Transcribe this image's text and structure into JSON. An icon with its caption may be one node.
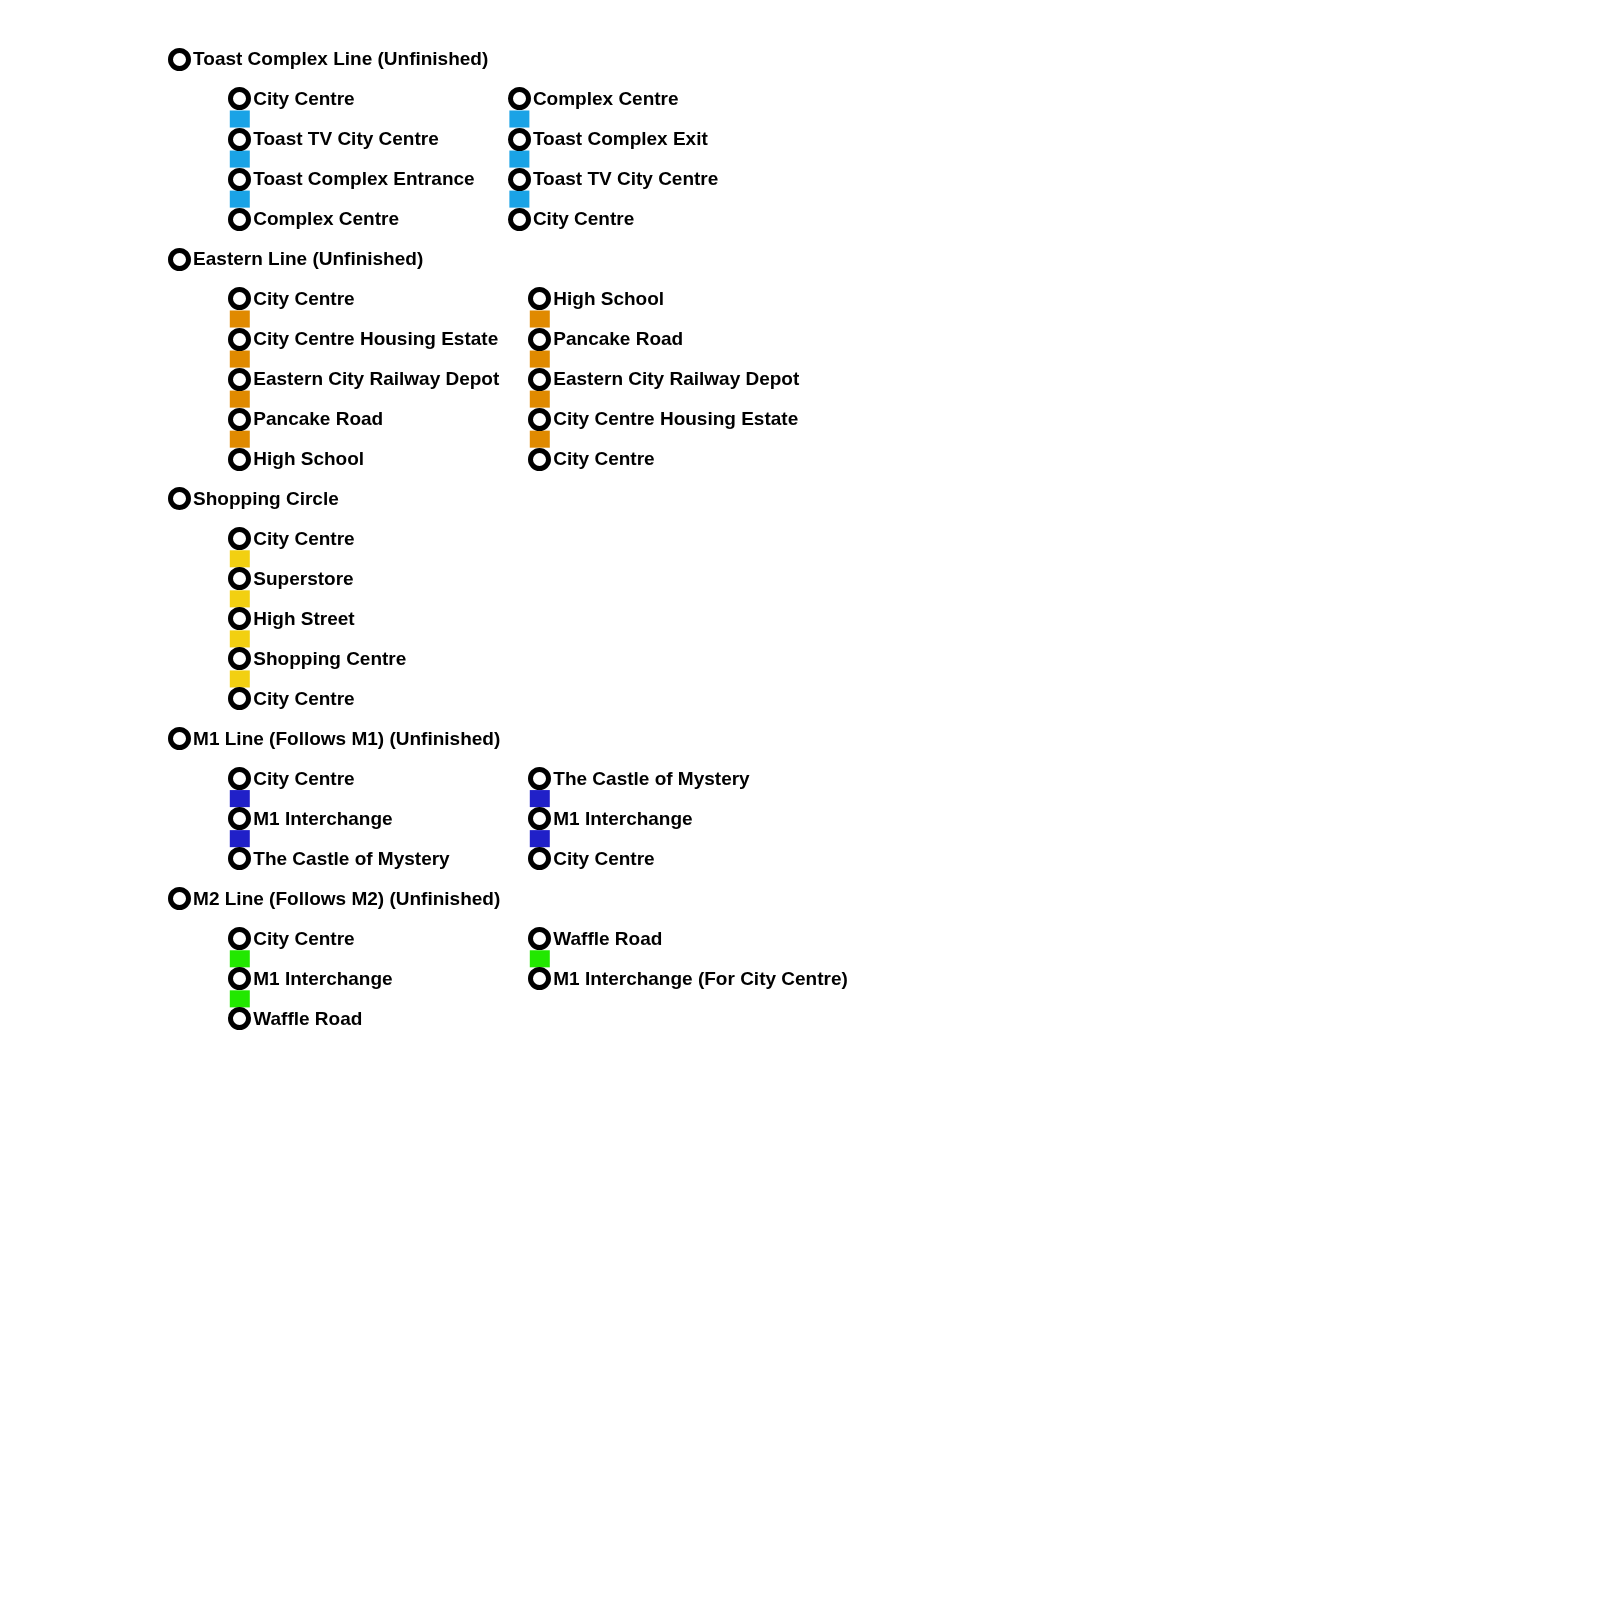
{
  "diagram": {
    "nodes": [
      {
        "text": [
          "Toast Complex Line (Unfinished)"
        ]
      },
      {
        "text": [
          "City Centre"
        ]
      },
      {
        "text": [
          "Toast TV City Centre"
        ]
      },
      {
        "text": [
          "Toast Complex Entrance"
        ]
      },
      {
        "text": [
          "Complex Centre"
        ]
      },
      {
        "text": [
          "Complex Centre"
        ]
      },
      {
        "text": [
          "Toast Complex Exit"
        ]
      },
      {
        "text": [
          "Toast TV City Centre"
        ]
      },
      {
        "text": [
          "City Centre"
        ]
      },
      {
        "text": [
          "Eastern Line (Unfinished)"
        ]
      },
      {
        "text": [
          "City Centre"
        ]
      },
      {
        "text": [
          "City Centre Housing Estate"
        ]
      },
      {
        "text": [
          "Eastern City Railway Depot"
        ]
      },
      {
        "text": [
          "Pancake Road"
        ]
      },
      {
        "text": [
          "High School"
        ]
      },
      {
        "text": [
          "High School"
        ]
      },
      {
        "text": [
          "Pancake Road"
        ]
      },
      {
        "text": [
          "Eastern City Railway Depot"
        ]
      },
      {
        "text": [
          "City Centre Housing Estate"
        ]
      },
      {
        "text": [
          "City Centre"
        ]
      },
      {
        "text": [
          "Shopping Circle"
        ]
      },
      {
        "text": [
          "City Centre"
        ]
      },
      {
        "text": [
          "Superstore"
        ]
      },
      {
        "text": [
          "High Street"
        ]
      },
      {
        "text": [
          "Shopping Centre"
        ]
      },
      {
        "text": [
          "City Centre"
        ]
      },
      {
        "text": [
          "M1 Line (Follows M1) (Unfinished)"
        ]
      },
      {
        "text": [
          "City Centre"
        ]
      },
      {
        "text": [
          "M1 Interchange"
        ]
      },
      {
        "text": [
          "The Castle of Mystery"
        ]
      },
      {
        "text": [
          "The Castle of Mystery"
        ]
      },
      {
        "text": [
          "M1 Interchange"
        ]
      },
      {
        "text": [
          "City Centre"
        ]
      },
      {
        "text": [
          "M2 Line (Follows M2) (Unfinished)"
        ]
      },
      {
        "text": [
          "City Centre"
        ]
      },
      {
        "text": [
          "M1 Interchange"
        ]
      },
      {
        "text": [
          "Waffle Road"
        ]
      },
      {
        "text": [
          "Waffle Road"
        ]
      },
      {
        "text": [
          "M1 Interchange (For City Centre)"
        ]
      }
    ],
    "edges": [
      {
        "from": 1,
        "to": 2,
        "arrow": "none",
        "color": "#1aa3e6"
      },
      {
        "from": 2,
        "to": 3,
        "arrow": "none",
        "color": "#1aa3e6"
      },
      {
        "from": 3,
        "to": 4,
        "arrow": "none",
        "color": "#1aa3e6"
      },
      {
        "from": 5,
        "to": 6,
        "arrow": "none",
        "color": "#1aa3e6"
      },
      {
        "from": 6,
        "to": 7,
        "arrow": "none",
        "color": "#1aa3e6"
      },
      {
        "from": 7,
        "to": 8,
        "arrow": "none",
        "color": "#1aa3e6"
      },
      {
        "from": 10,
        "to": 11,
        "arrow": "none",
        "color": "#e08a00"
      },
      {
        "from": 11,
        "to": 12,
        "arrow": "none",
        "color": "#e08a00"
      },
      {
        "from": 12,
        "to": 13,
        "arrow": "none",
        "color": "#e08a00"
      },
      {
        "from": 13,
        "to": 14,
        "arrow": "none",
        "color": "#e08a00"
      },
      {
        "from": 15,
        "to": 16,
        "arrow": "none",
        "color": "#e08a00"
      },
      {
        "from": 16,
        "to": 17,
        "arrow": "none",
        "color": "#e08a00"
      },
      {
        "from": 17,
        "to": 18,
        "arrow": "none",
        "color": "#e08a00"
      },
      {
        "from": 18,
        "to": 19,
        "arrow": "none",
        "color": "#e08a00"
      },
      {
        "from": 21,
        "to": 22,
        "arrow": "none",
        "color": "#f2d011"
      },
      {
        "from": 22,
        "to": 23,
        "arrow": "none",
        "color": "#f2d011"
      },
      {
        "from": 23,
        "to": 24,
        "arrow": "none",
        "color": "#f2d011"
      },
      {
        "from": 24,
        "to": 25,
        "arrow": "none",
        "color": "#f2d011"
      },
      {
        "from": 27,
        "to": 28,
        "arrow": "none",
        "color": "#2020c8"
      },
      {
        "from": 28,
        "to": 29,
        "arrow": "none",
        "color": "#2020c8"
      },
      {
        "from": 30,
        "to": 31,
        "arrow": "none",
        "color": "#2020c8"
      },
      {
        "from": 31,
        "to": 32,
        "arrow": "none",
        "color": "#2020c8"
      },
      {
        "from": 34,
        "to": 35,
        "arrow": "none",
        "color": "#22e800"
      },
      {
        "from": 35,
        "to": 36,
        "arrow": "none",
        "color": "#22e800"
      },
      {
        "from": 37,
        "to": 38,
        "arrow": "none",
        "color": "#22e800"
      }
    ]
  }
}
